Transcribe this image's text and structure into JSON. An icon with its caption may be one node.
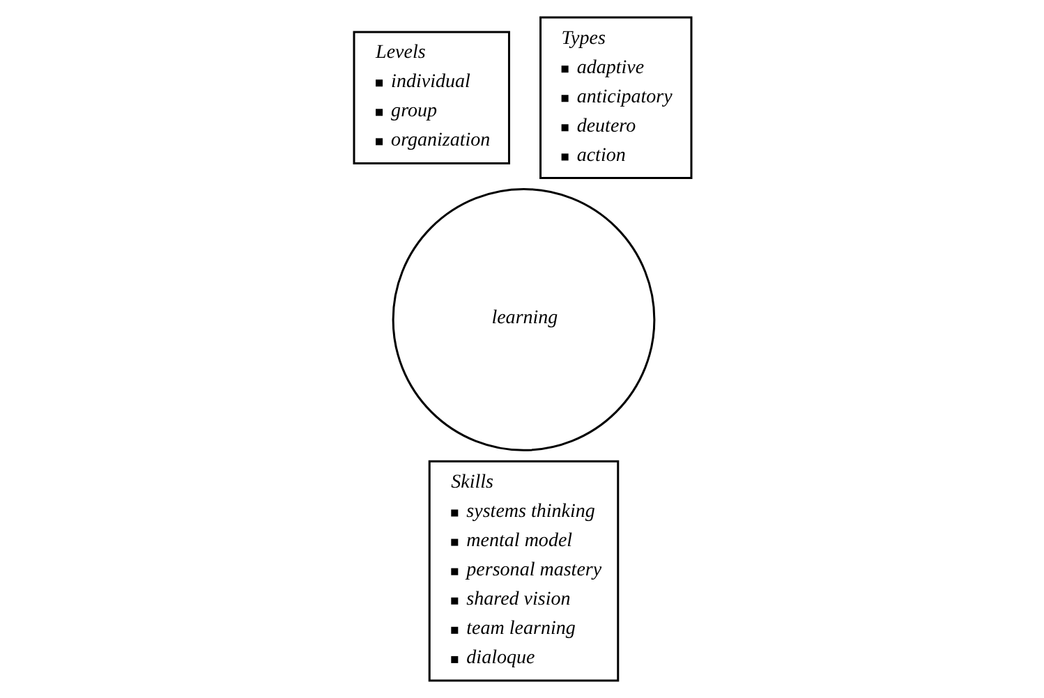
{
  "diagram": {
    "nodes": [
      {
        "text": [
          "Levels",
          "individual",
          "group",
          "organization"
        ]
      },
      {
        "text": [
          "Types",
          "adaptive",
          "anticipatory",
          "deutero",
          "action"
        ]
      },
      {
        "text": [
          "learning"
        ]
      },
      {
        "text": [
          "Skills",
          "systems thinking",
          "mental model",
          "personal mastery",
          "shared vision",
          "team learning",
          "dialoque"
        ]
      }
    ]
  }
}
